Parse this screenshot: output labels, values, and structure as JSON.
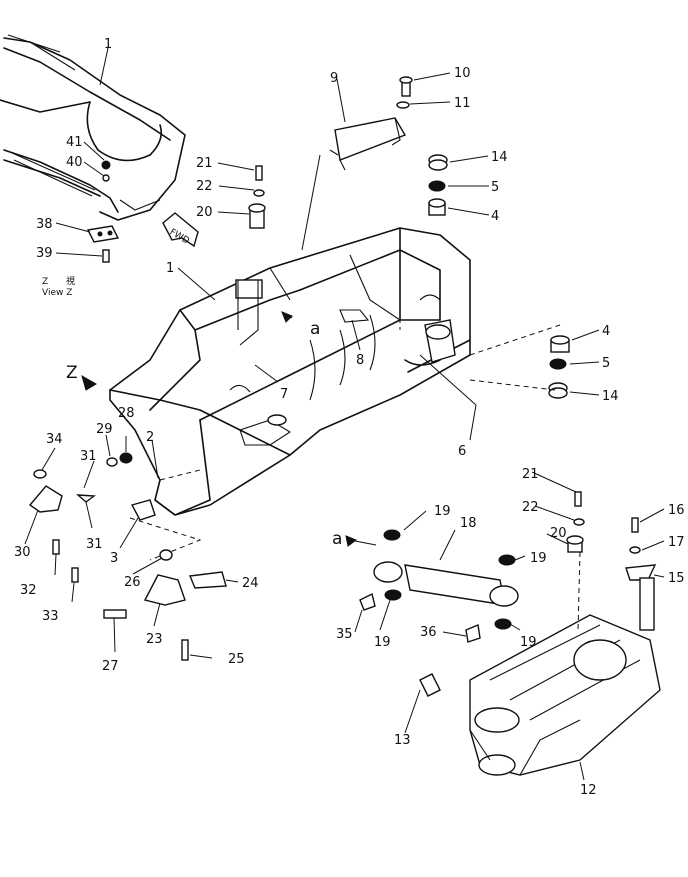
{
  "callouts": {
    "c1_top": "1",
    "c1_main": "1",
    "c2": "2",
    "c3": "3",
    "c4a": "4",
    "c4b": "4",
    "c5a": "5",
    "c5b": "5",
    "c6": "6",
    "c7": "7",
    "c8": "8",
    "c9": "9",
    "c10": "10",
    "c11": "11",
    "c12": "12",
    "c13": "13",
    "c14a": "14",
    "c14b": "14",
    "c15": "15",
    "c16": "16",
    "c17": "17",
    "c18": "18",
    "c19a": "19",
    "c19b": "19",
    "c19c": "19",
    "c19d": "19",
    "c20a": "20",
    "c20b": "20",
    "c21a": "21",
    "c21b": "21",
    "c22a": "22",
    "c22b": "22",
    "c23": "23",
    "c24": "24",
    "c25": "25",
    "c26": "26",
    "c27": "27",
    "c28": "28",
    "c29": "29",
    "c30": "30",
    "c31a": "31",
    "c31b": "31",
    "c32": "32",
    "c33": "33",
    "c34": "34",
    "c35": "35",
    "c36": "36",
    "c38": "38",
    "c39": "39",
    "c40": "40",
    "c41": "41"
  },
  "labels": {
    "view_letter": "Z",
    "view_arrow": "Z",
    "view_text": "View Z",
    "view_kanji": "視",
    "fwd": "FWD",
    "a_main": "a",
    "a_cyl": "a"
  }
}
